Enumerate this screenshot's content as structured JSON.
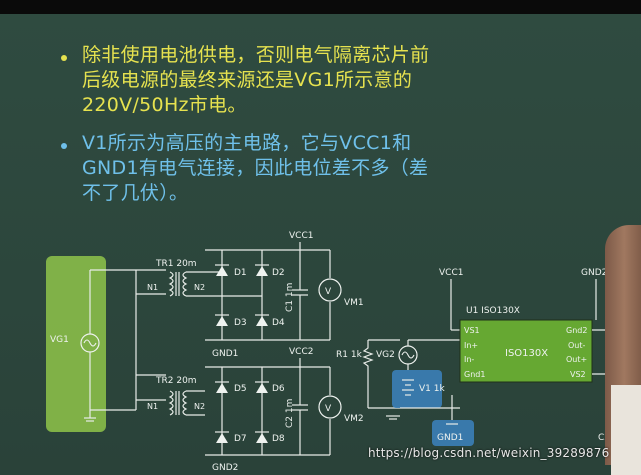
{
  "bullets": [
    {
      "lines": [
        "除非使用电池供电，否则电气隔离芯片前",
        "后级电源的最终来源还是VG1所示意的",
        "220V/50Hz市电。"
      ],
      "color": "#e6e24f"
    },
    {
      "lines": [
        "V1所示为高压的主电路，它与VCC1和",
        "GND1有电气连接，因此电位差不多（差",
        "不了几伏）。"
      ],
      "color": "#6fc0ea"
    }
  ],
  "circuit": {
    "vg1": "VG1",
    "tr1": "TR1 20m",
    "tr2": "TR2 20m",
    "n1": "N1",
    "n2": "N2",
    "d1": "D1",
    "d2": "D2",
    "d3": "D3",
    "d4": "D4",
    "d5": "D5",
    "d6": "D6",
    "d7": "D7",
    "d8": "D8",
    "vcc1": "VCC1",
    "vcc2": "VCC2",
    "c1": "C1 1m",
    "c2": "C2 1m",
    "vm1": "VM1",
    "vm2": "VM2",
    "gnd1": "GND1",
    "gnd2": "GND2",
    "r1": "R1 1k",
    "vg2": "VG2",
    "v1": "V1 1k",
    "u1": "U1 ISO130X",
    "chip_name": "ISO130X",
    "pins_left": [
      "VS1",
      "In+",
      "In-",
      "Gnd1"
    ],
    "pins_right": [
      "Gnd2",
      "Out-",
      "Out+",
      "VS2"
    ],
    "vcc1_right": "VCC1",
    "gnd2_right": "GND2",
    "gnd1_box": "GND1",
    "c2_right": "C2"
  },
  "watermark": "https://blog.csdn.net/weixin_39289876"
}
